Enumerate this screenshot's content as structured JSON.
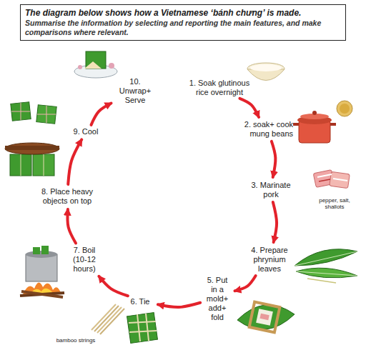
{
  "diagram": {
    "nodes": [
      {
        "text": [
          "The diagram below shows how a Vietnamese ‘bánh chưng’ is made.",
          "Summarise the information by selecting and reporting the main features, and make comparisons where relevant."
        ]
      },
      {
        "text": [
          "1. Soak glutinous rice overnight"
        ]
      },
      {
        "text": [
          "2. soak+ cook mung beans"
        ]
      },
      {
        "text": [
          "3. Marinate pork"
        ]
      },
      {
        "text": [
          "4. Prepare phrynium leaves"
        ]
      },
      {
        "text": [
          "5. Put in a mold+ add+ fold"
        ]
      },
      {
        "text": [
          "6. Tie"
        ]
      },
      {
        "text": [
          "7. Boil (10-12 hours)"
        ]
      },
      {
        "text": [
          "8. Place heavy objects on top"
        ]
      },
      {
        "text": [
          "9. Cool"
        ]
      },
      {
        "text": [
          "10. Unwrap+ Serve"
        ]
      }
    ],
    "edges": [
      {
        "from": 1,
        "to": 2,
        "arrow": "to"
      },
      {
        "from": 2,
        "to": 3,
        "arrow": "to"
      },
      {
        "from": 3,
        "to": 4,
        "arrow": "to"
      },
      {
        "from": 4,
        "to": 5,
        "arrow": "to"
      },
      {
        "from": 5,
        "to": 6,
        "arrow": "to"
      },
      {
        "from": 6,
        "to": 7,
        "arrow": "to"
      },
      {
        "from": 7,
        "to": 8,
        "arrow": "to"
      },
      {
        "from": 8,
        "to": 9,
        "arrow": "to"
      },
      {
        "from": 9,
        "to": 10,
        "arrow": "to"
      }
    ],
    "labels": [
      "pepper, salt, shallots",
      "bamboo strings"
    ]
  }
}
